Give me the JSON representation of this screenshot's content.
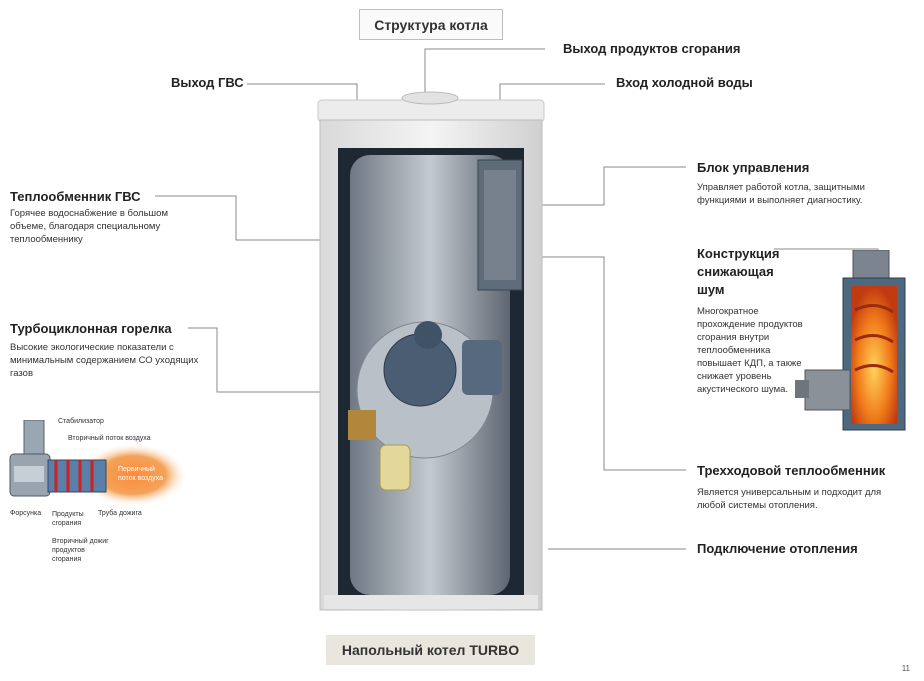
{
  "title": "Структура котла",
  "footer_title": "Напольный котел TURBO",
  "labels": {
    "dhw_out": "Выход ГВС",
    "flue_out": "Выход продуктов сгорания",
    "cold_in": "Вход холодной воды",
    "control": {
      "title": "Блок управления",
      "desc": "Управляет работой котла, защитными функциями и выполняет диагностику."
    },
    "noise": {
      "title_lines": [
        "Конструкция",
        "снижающая",
        "шум"
      ],
      "desc": "Многократное прохождение продуктов сгорания внутри теплообменника повышает КДП, а также снижает уровень акустического шума."
    },
    "three_pass": {
      "title": "Трехходовой теплообменник",
      "desc": "Является универсальным и подходит для любой системы отопления."
    },
    "heating": "Подключение отопления",
    "dhw_hx": {
      "title": "Теплообменник ГВС",
      "desc": "Горячее водоснабжение в большом объеме, благодаря специальному теплообменнику"
    },
    "burner": {
      "title": "Турбоциклонная горелка",
      "desc": "Высокие экологические показатели с минимальным содержанием СО уходящих газов"
    }
  },
  "burner_diagram": {
    "stabilizer": "Стабилизатор",
    "secondary_air": "Вторичный поток воздуха",
    "primary_air": "Первичный поток воздуха",
    "nozzle": "Форсунка",
    "combustion_products": "Продукты сгорания",
    "afterburn_tube": "Труба дожига",
    "secondary_afterburn": "Вторичный дожиг продуктов сгорания"
  },
  "page_number": "11"
}
